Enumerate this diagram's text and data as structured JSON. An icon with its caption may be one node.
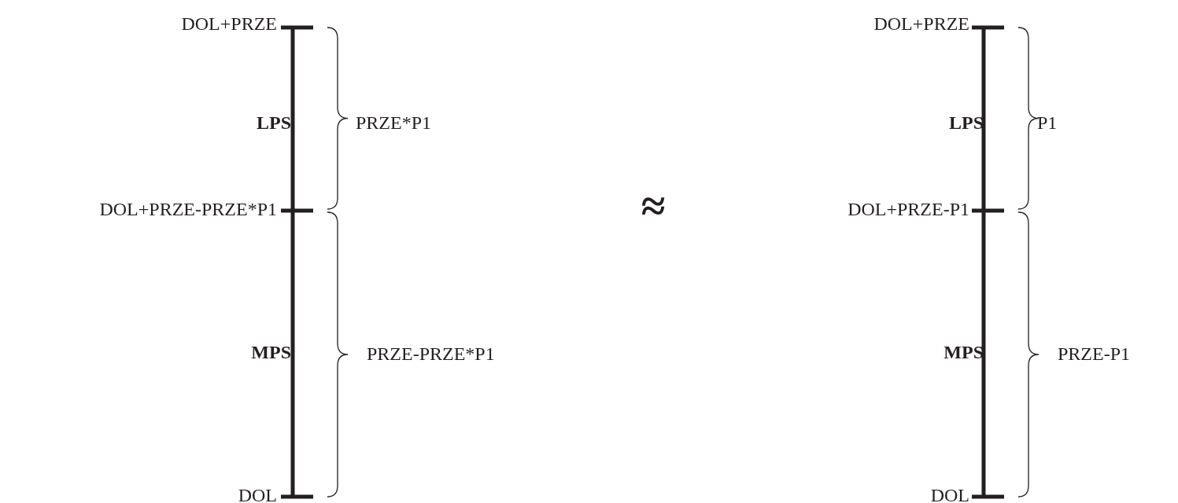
{
  "diagram": {
    "labels": [
      "DOL+PRZE",
      "LPS",
      "PRZE*P1",
      "DOL+PRZE-PRZE*P1",
      "MPS",
      "PRZE-PRZE*P1",
      "DOL",
      "≈",
      "DOL+PRZE",
      "LPS",
      "P1",
      "DOL+PRZE-P1",
      "MPS",
      "PRZE-P1",
      "DOL"
    ]
  }
}
